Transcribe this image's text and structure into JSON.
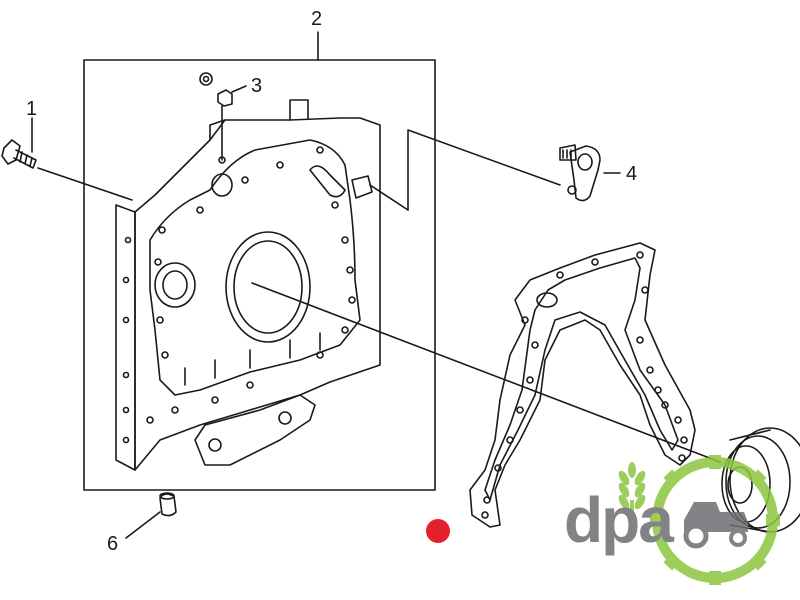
{
  "diagram": {
    "callouts": [
      {
        "id": "c1",
        "label": "1"
      },
      {
        "id": "c2",
        "label": "2"
      },
      {
        "id": "c3",
        "label": "3"
      },
      {
        "id": "c4",
        "label": "4"
      },
      {
        "id": "c6",
        "label": "6"
      }
    ],
    "highlight_color": "#e5202a",
    "line_color": "#1a1a1a"
  },
  "watermark": {
    "text": "dpa",
    "brand_green": "#8dc63f",
    "brand_gray": "#6d6e71"
  }
}
